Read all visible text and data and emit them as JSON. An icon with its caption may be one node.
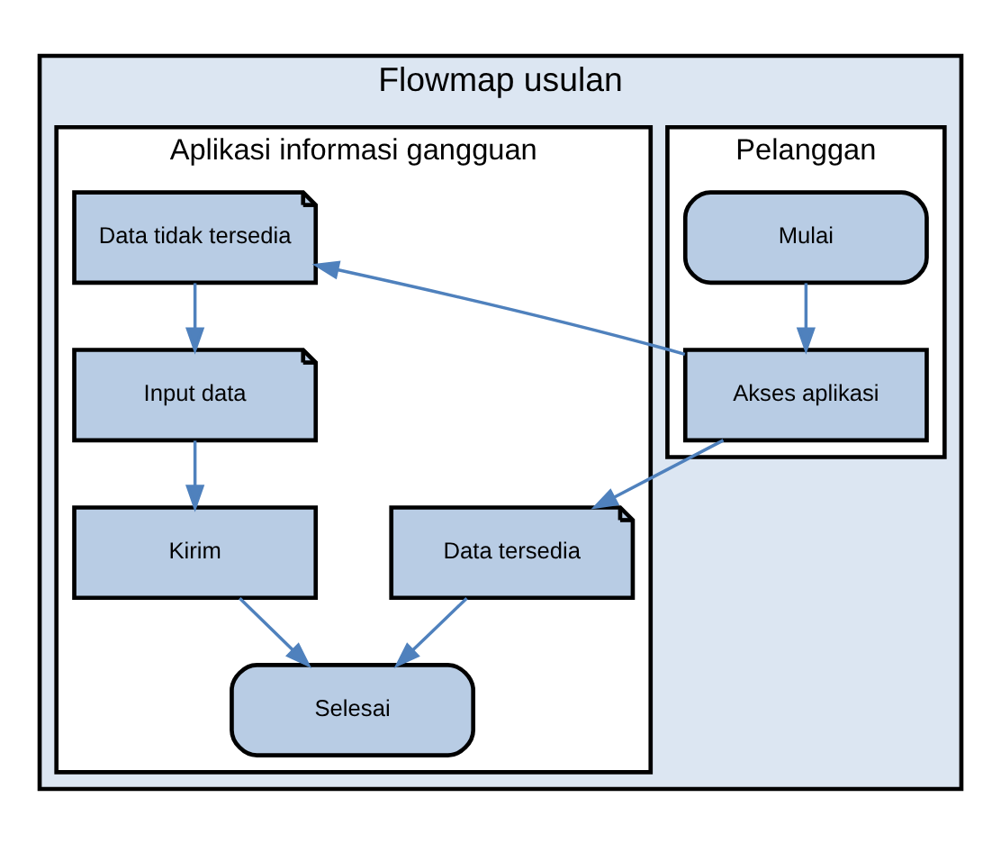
{
  "diagram": {
    "nodes": [
      {
        "text": [
          "Flowmap usulan"
        ]
      },
      {
        "text": [
          "Pelanggan"
        ],
        "in": 0
      },
      {
        "text": [
          "Aplikasi informasi gangguan"
        ],
        "in": 0
      },
      {
        "text": [
          "Mulai"
        ],
        "in": 1
      },
      {
        "text": [
          "Akses aplikasi"
        ],
        "in": 1
      },
      {
        "text": [
          "Data tersedia"
        ],
        "in": 2
      },
      {
        "text": [
          "Data tidak tersedia"
        ],
        "in": 2
      },
      {
        "text": [
          "Input data"
        ],
        "in": 2
      },
      {
        "text": [
          "Kirim"
        ],
        "in": 2
      },
      {
        "text": [
          "Selesai"
        ],
        "in": 2
      }
    ],
    "edges": [
      {
        "from": 3,
        "to": 4,
        "arrow": "to"
      },
      {
        "from": 4,
        "to": 5,
        "arrow": "to"
      },
      {
        "from": 4,
        "to": 6,
        "arrow": "to"
      },
      {
        "from": 6,
        "to": 7,
        "arrow": "to"
      },
      {
        "from": 7,
        "to": 8,
        "arrow": "to"
      },
      {
        "from": 5,
        "to": 9,
        "arrow": "to"
      },
      {
        "from": 8,
        "to": 9,
        "arrow": "to"
      }
    ]
  }
}
